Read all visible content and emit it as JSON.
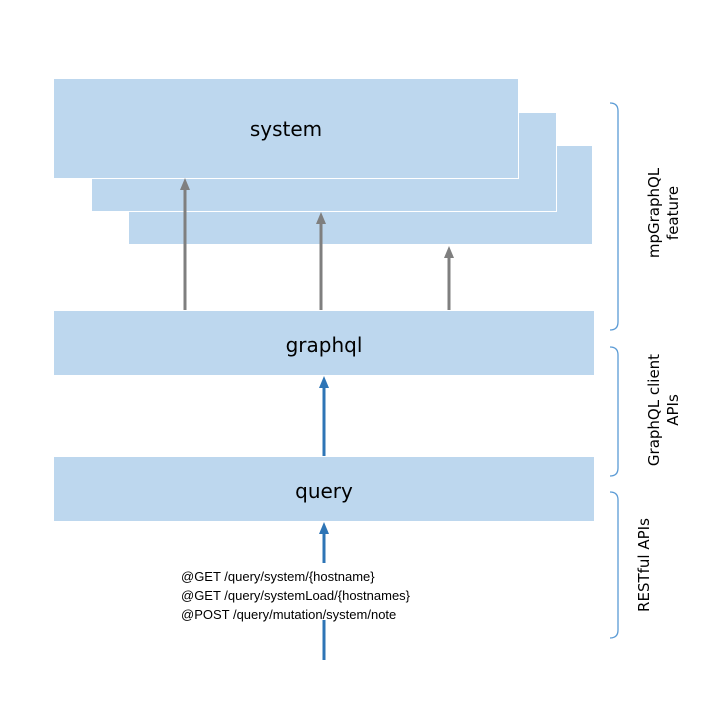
{
  "boxes": {
    "system": "system",
    "graphql": "graphql",
    "query": "query"
  },
  "brackets": {
    "feature_line1": "mpGraphQL",
    "feature_line2": "feature",
    "client_line1": "GraphQL client",
    "client_line2": "APIs",
    "rest": "RESTful APIs"
  },
  "endpoints": [
    "@GET /query/system/{hostname}",
    "@GET /query/systemLoad/{hostnames}",
    "@POST /query/mutation/system/note"
  ],
  "colors": {
    "box_fill": "#bdd7ee",
    "gray_arrow": "#7f7f7f",
    "blue_arrow": "#2e75b6",
    "bracket": "#5b9bd5"
  }
}
